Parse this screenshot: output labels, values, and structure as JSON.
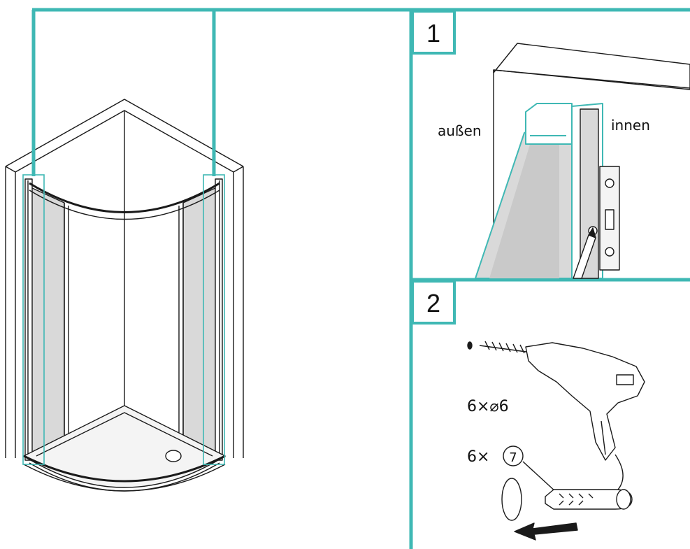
{
  "colors": {
    "accent": "#3fb8b4",
    "line": "#1a1a1a",
    "glass": "#d9d9d9",
    "pale": "#f4f4f4"
  },
  "steps": [
    {
      "number": "1",
      "label_outside": "außen",
      "label_inside": "innen"
    },
    {
      "number": "2",
      "drill_spec": "6×⌀6",
      "plug_prefix": "6×",
      "plug_part": "7"
    }
  ]
}
